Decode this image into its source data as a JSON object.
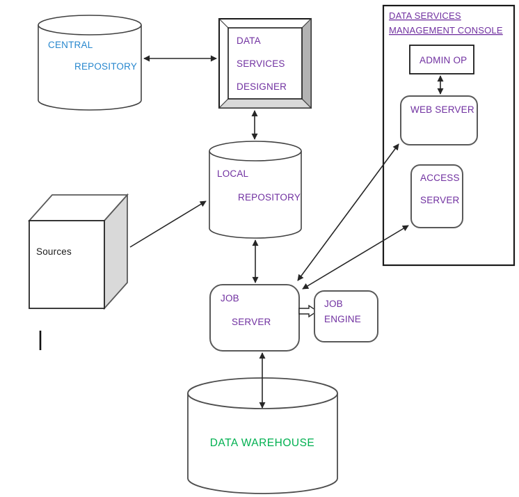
{
  "nodes": {
    "central_repository": {
      "line1": "CENTRAL",
      "line2": "REPOSITORY"
    },
    "data_services_designer": {
      "line1": "DATA",
      "line2": "SERVICES",
      "line3": "DESIGNER"
    },
    "management_console": {
      "title_line1": "DATA SERVICES",
      "title_line2": "MANAGEMENT CONSOLE"
    },
    "admin_op": {
      "label": "ADMIN OP"
    },
    "web_server": {
      "label": "WEB SERVER"
    },
    "access_server": {
      "line1": "ACCESS",
      "line2": "SERVER"
    },
    "local_repository": {
      "line1": "LOCAL",
      "line2": "REPOSITORY"
    },
    "sources": {
      "label": "Sources"
    },
    "job_server": {
      "line1": "JOB",
      "line2": "SERVER"
    },
    "job_engine": {
      "line1": "JOB",
      "line2": "ENGINE"
    },
    "data_warehouse": {
      "label": "DATA WAREHOUSE"
    }
  },
  "connections": [
    {
      "from": "central_repository",
      "to": "data_services_designer",
      "style": "double-arrow"
    },
    {
      "from": "data_services_designer",
      "to": "local_repository",
      "style": "double-arrow"
    },
    {
      "from": "sources",
      "to": "local_repository",
      "style": "arrow"
    },
    {
      "from": "local_repository",
      "to": "job_server",
      "style": "double-arrow"
    },
    {
      "from": "job_server",
      "to": "data_warehouse",
      "style": "double-arrow"
    },
    {
      "from": "admin_op",
      "to": "web_server",
      "style": "double-arrow"
    },
    {
      "from": "web_server",
      "to": "job_server",
      "style": "double-arrow"
    },
    {
      "from": "access_server",
      "to": "job_server",
      "style": "double-arrow"
    },
    {
      "from": "job_server",
      "to": "job_engine",
      "style": "block-arrow"
    }
  ],
  "colors": {
    "purple_text": "#7030A0",
    "blue_text": "#2787CE",
    "green_text": "#00B050",
    "shape_stroke": "#404040",
    "rounded_stroke": "#595959",
    "arrow": "#262626",
    "bevel_right": "#b3b3b3",
    "bevel_bottom": "#d9d9d9",
    "cube_side": "#d9d9d9"
  }
}
